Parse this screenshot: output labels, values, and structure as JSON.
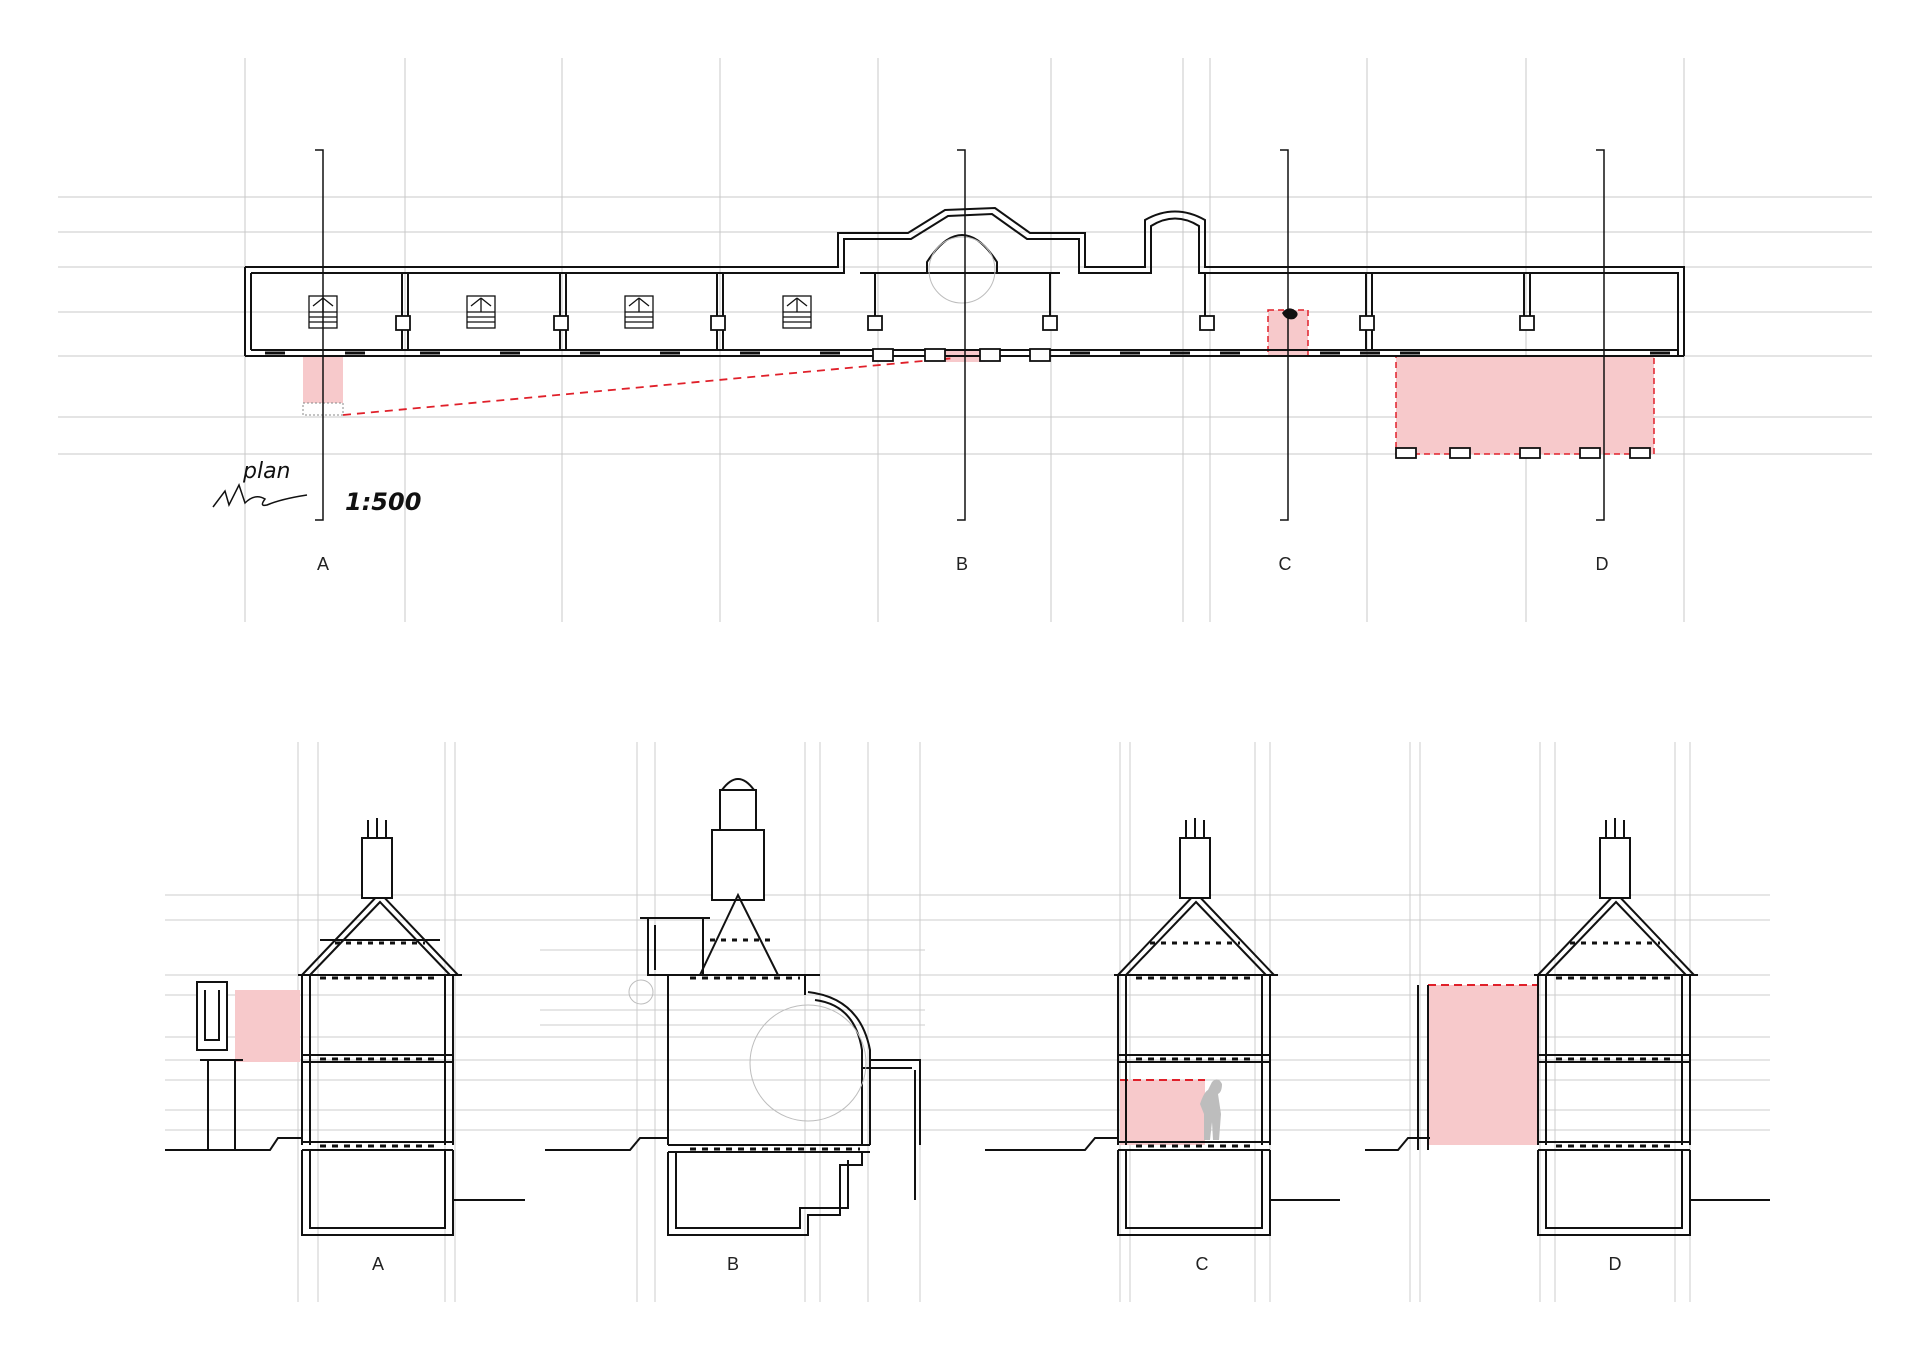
{
  "plan": {
    "title": "plan",
    "scale": "1:500",
    "cut_labels": [
      "A",
      "B",
      "C",
      "D"
    ]
  },
  "sections": {
    "labels": [
      "A",
      "B",
      "C",
      "D"
    ]
  },
  "colors": {
    "ink": "#111111",
    "grid": "#c8c8c8",
    "highlight_fill": "#f7c9cb",
    "highlight_dash": "#e0202a",
    "figure": "#bdbdbd"
  }
}
